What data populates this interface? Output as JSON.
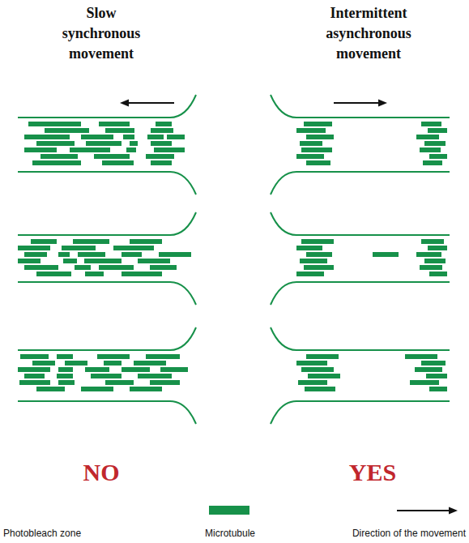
{
  "diagram": {
    "labels": [
      "Slow synchronous movement",
      "Intermittent asynchronous movement",
      "NO",
      "YES"
    ],
    "legend": [
      {
        "text": "Photobleach zone"
      },
      {
        "text": "Microtubule",
        "color": "#17914a"
      },
      {
        "text": "Direction of the movement"
      }
    ]
  }
}
